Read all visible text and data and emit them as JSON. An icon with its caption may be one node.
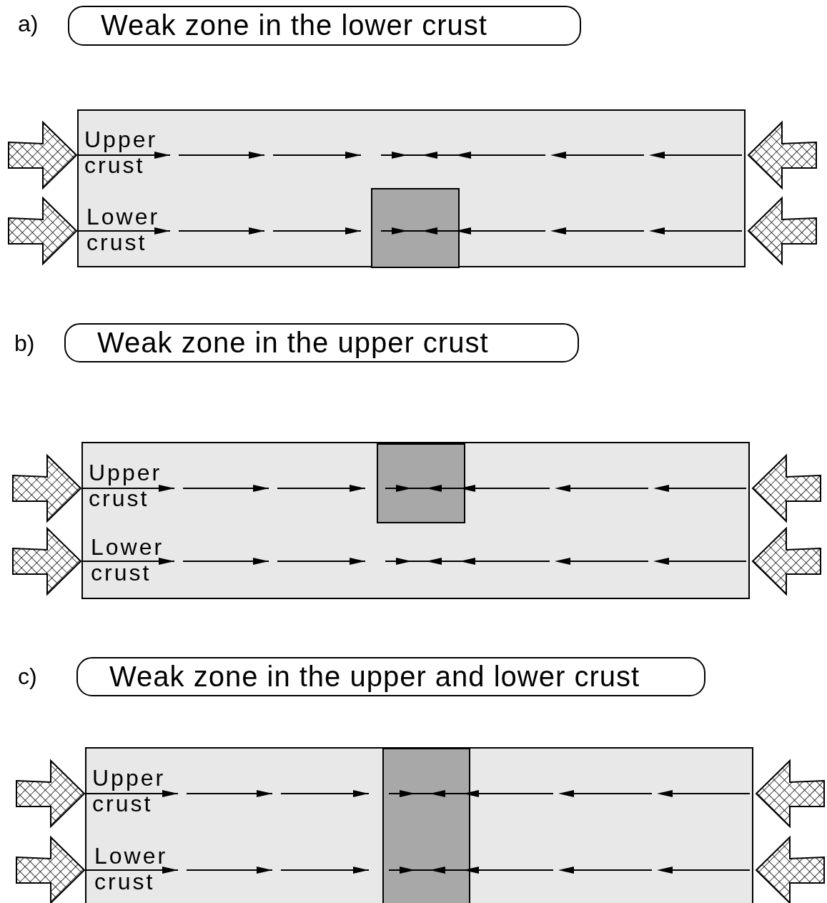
{
  "diagram": {
    "nodes": [
      {
        "text": [
          "Weak zone in the lower crust"
        ]
      },
      {
        "text": [
          "Upper crust",
          "Lower crust"
        ]
      },
      {
        "text": [],
        "shape": "box",
        "in": 1
      },
      {
        "text": [
          "Weak zone in the upper crust"
        ]
      },
      {
        "text": [
          "Upper crust",
          "Lower crust"
        ]
      },
      {
        "text": [],
        "shape": "box",
        "in": 4
      },
      {
        "text": [
          "Weak zone in the upper and lower crust"
        ]
      },
      {
        "text": [
          "Upper crust",
          "Lower crust"
        ]
      },
      {
        "text": [],
        "shape": "box",
        "in": 7
      }
    ],
    "edges": [],
    "labels": [
      "a)",
      "b)",
      "c)"
    ]
  }
}
